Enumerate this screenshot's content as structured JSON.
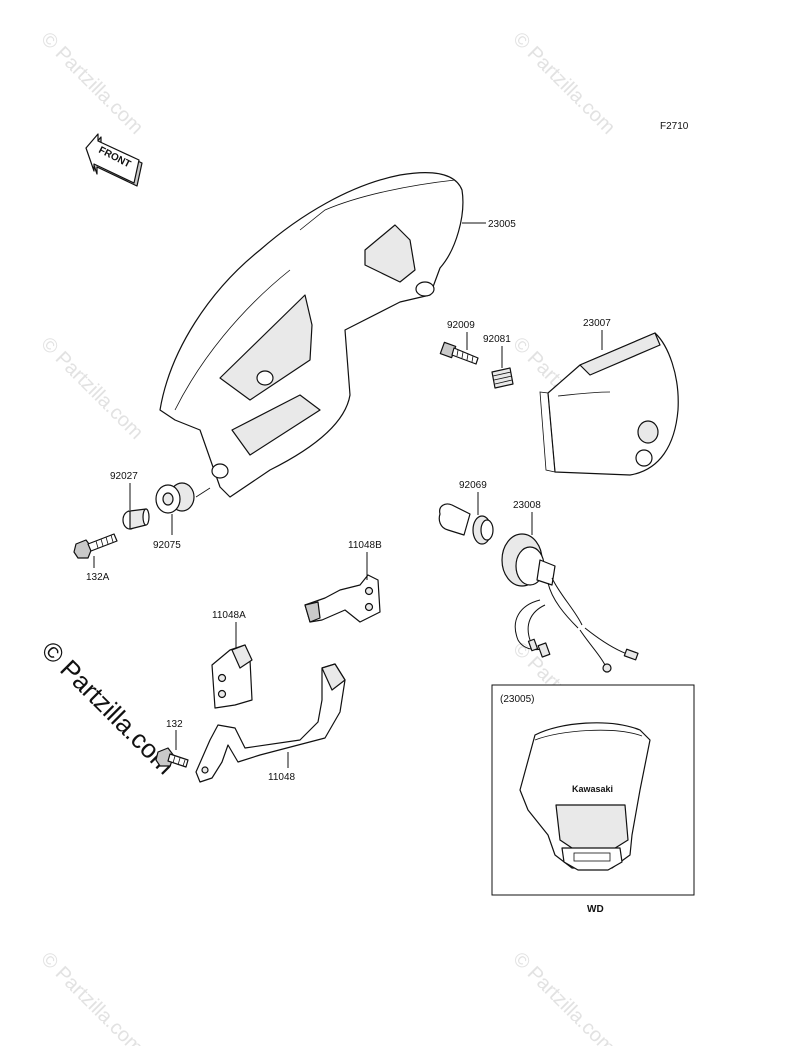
{
  "diagram": {
    "figure_code": "F2710",
    "front_arrow_label": "FRONT",
    "parts": {
      "p23005": "23005",
      "p23007": "23007",
      "p92009": "92009",
      "p92081": "92081",
      "p92069": "92069",
      "p23008": "23008",
      "p92027": "92027",
      "p92075": "92075",
      "p132A": "132A",
      "p11048B": "11048B",
      "p11048A": "11048A",
      "p132": "132",
      "p11048": "11048"
    },
    "inset": {
      "ref_label": "(23005)",
      "caption": "WD",
      "brand_text": "Kawasaki"
    }
  },
  "watermark": {
    "small_text": "© Partzilla.com",
    "large_text": "© Partzilla.com"
  }
}
